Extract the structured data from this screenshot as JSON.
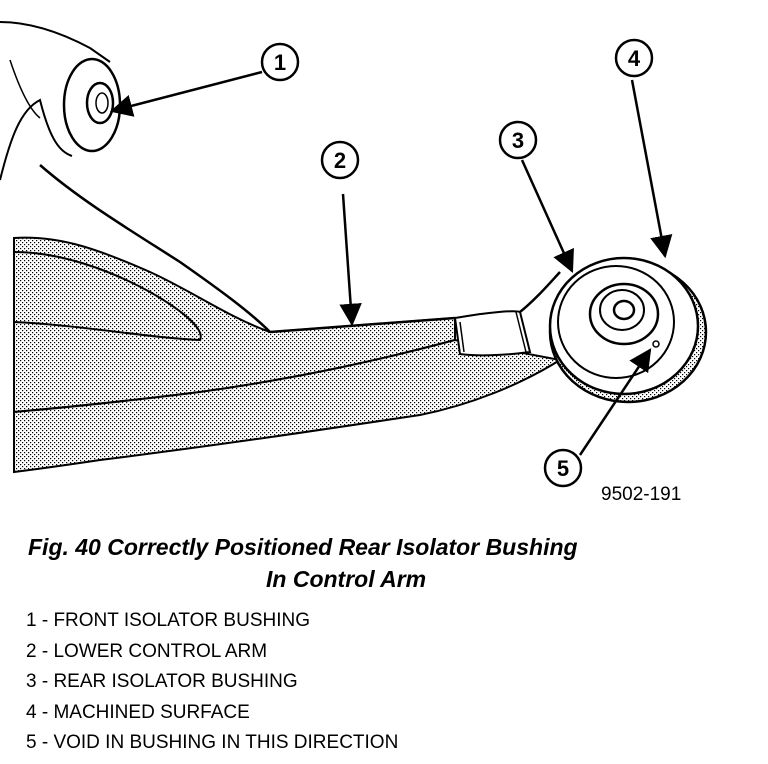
{
  "figure": {
    "callouts": [
      "1",
      "2",
      "3",
      "4",
      "5"
    ],
    "code": "9502-191"
  },
  "caption": {
    "line1": "Fig. 40 Correctly Positioned Rear Isolator Bushing",
    "line2": "In Control Arm"
  },
  "legend": [
    "1 - FRONT ISOLATOR BUSHING",
    "2 - LOWER CONTROL ARM",
    "3 - REAR ISOLATOR BUSHING",
    "4 - MACHINED SURFACE",
    "5 - VOID IN BUSHING IN THIS DIRECTION"
  ],
  "colors": {
    "ink": "#000000",
    "paper": "#ffffff"
  }
}
